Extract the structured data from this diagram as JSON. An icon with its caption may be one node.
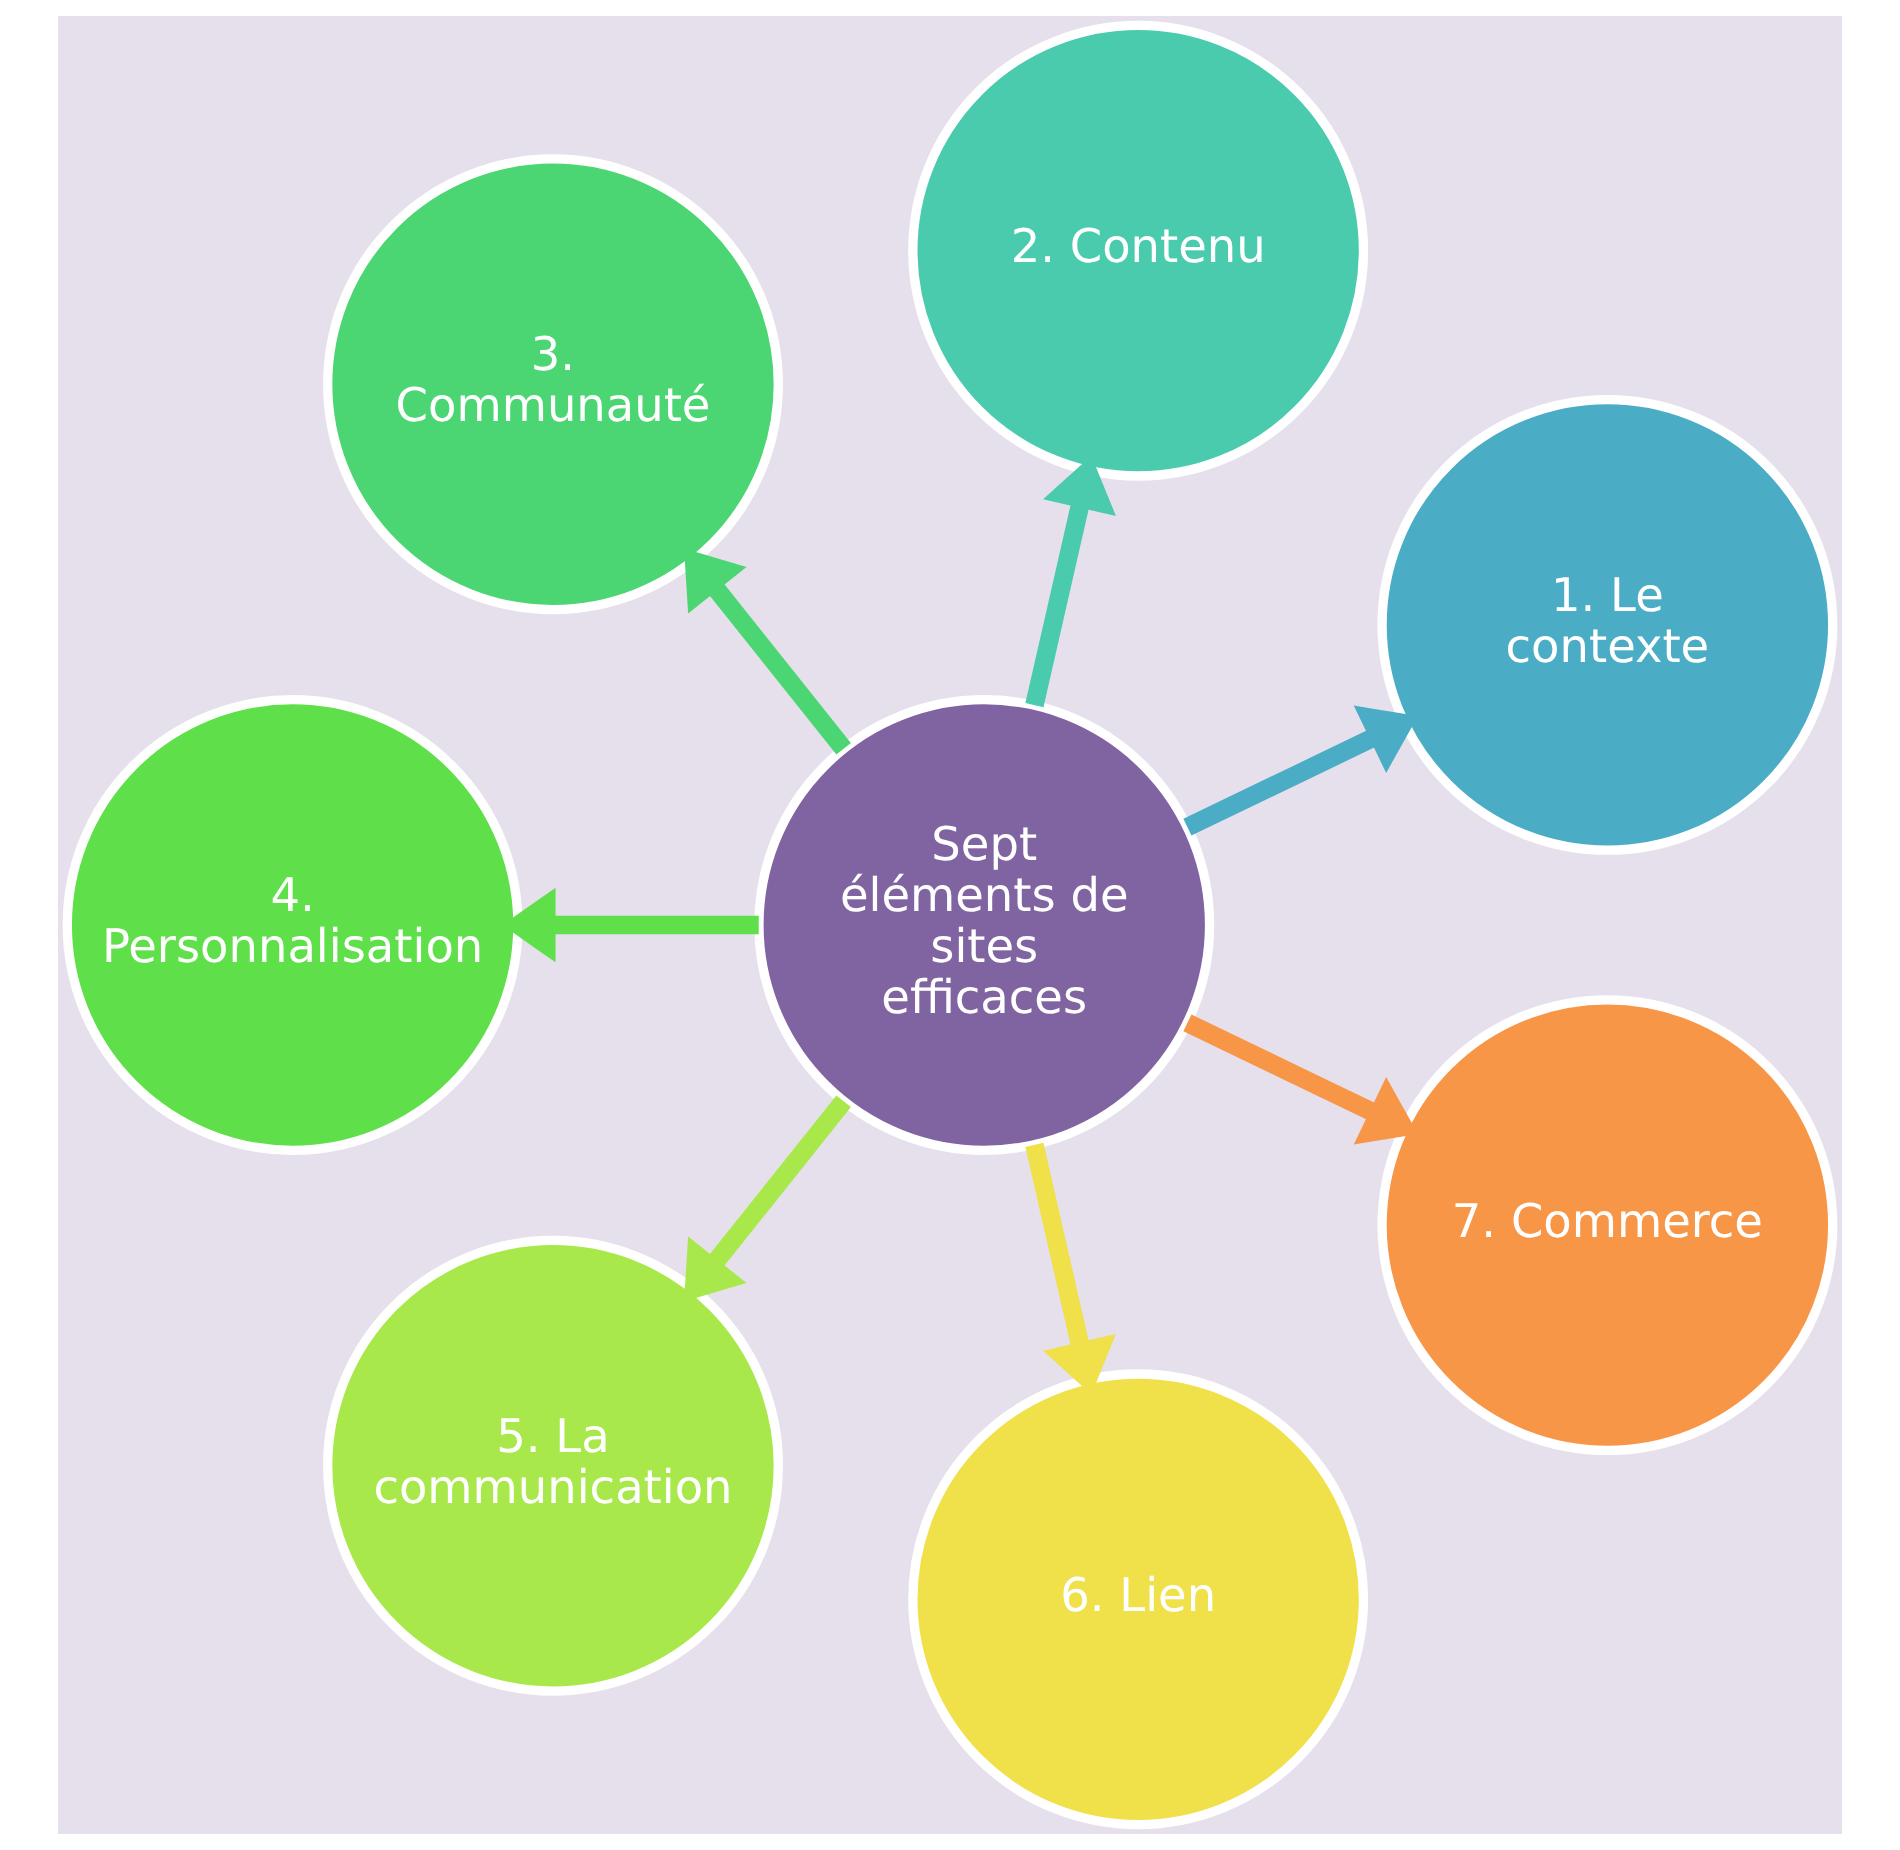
{
  "diagram": {
    "nodes": [
      {
        "text": [
          "Sept éléments de sites efficaces"
        ]
      },
      {
        "text": [
          "1. Le contexte"
        ]
      },
      {
        "text": [
          "2. Contenu"
        ]
      },
      {
        "text": [
          "3. Communauté"
        ]
      },
      {
        "text": [
          "4. Personnalisation"
        ]
      },
      {
        "text": [
          "5. La communication"
        ]
      },
      {
        "text": [
          "6. Lien"
        ]
      },
      {
        "text": [
          "7. Commerce"
        ]
      }
    ],
    "edges": [
      {
        "from": 0,
        "to": 1,
        "arrow": "to",
        "color": "#4bacc6"
      },
      {
        "from": 0,
        "to": 2,
        "arrow": "to",
        "color": "#4bcbae"
      },
      {
        "from": 0,
        "to": 3,
        "arrow": "to",
        "color": "#4bd673"
      },
      {
        "from": 0,
        "to": 4,
        "arrow": "to",
        "color": "#5fe04a"
      },
      {
        "from": 0,
        "to": 5,
        "arrow": "to",
        "color": "#a8e84a"
      },
      {
        "from": 0,
        "to": 6,
        "arrow": "to",
        "color": "#f0e04a"
      },
      {
        "from": 0,
        "to": 7,
        "arrow": "to",
        "color": "#f79646"
      }
    ]
  }
}
